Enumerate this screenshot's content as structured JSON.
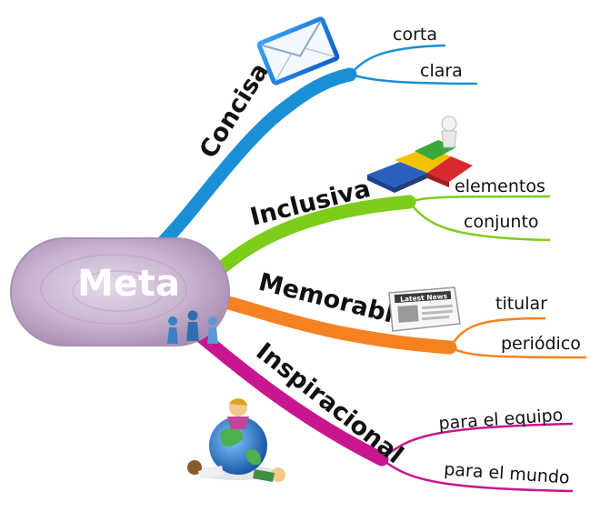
{
  "center": {
    "label": "Meta"
  },
  "branches": [
    {
      "id": "concisa",
      "label": "Concisa",
      "color": "#1b8fd6",
      "icon": "envelope-icon",
      "leaves": [
        {
          "label": "corta"
        },
        {
          "label": "clara"
        }
      ]
    },
    {
      "id": "inclusiva",
      "label": "Inclusiva",
      "color": "#7ccd1a",
      "icon": "puzzle-icon",
      "leaves": [
        {
          "label": "elementos"
        },
        {
          "label": "conjunto"
        }
      ]
    },
    {
      "id": "memorable",
      "label": "Memorable",
      "color": "#f58220",
      "icon": "newspaper-icon",
      "newspaper_headline": "Latest News",
      "leaves": [
        {
          "label": "titular"
        },
        {
          "label": "periódico"
        }
      ]
    },
    {
      "id": "inspiracional",
      "label": "Inspiracional",
      "color": "#c8168f",
      "icon": "globe-children-icon",
      "leaves": [
        {
          "label": "para el equipo"
        },
        {
          "label": "para el mundo"
        }
      ]
    }
  ],
  "center_icon": "people-group-icon",
  "colors": {
    "center_fill": "#c9b4d0",
    "center_stroke": "#a88fb3"
  }
}
